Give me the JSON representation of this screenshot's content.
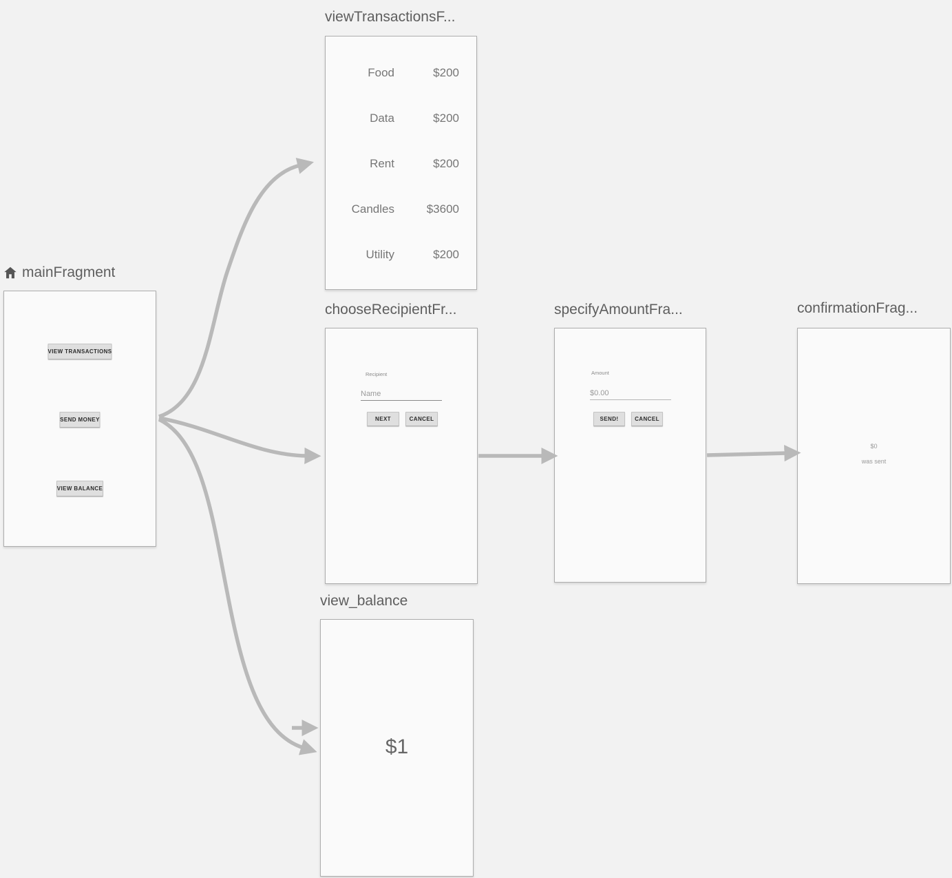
{
  "colors": {
    "background": "#f2f2f2",
    "card_bg": "#fafafa",
    "card_border": "#adadad",
    "arrow": "#b9b9b9",
    "title_text": "#5e5e5e",
    "list_text": "#767676",
    "button_bg": "#dfdfdf"
  },
  "fragments": {
    "main": {
      "title": "mainFragment",
      "icon": "home-icon",
      "buttons": [
        "VIEW TRANSACTIONS",
        "SEND MONEY",
        "VIEW BALANCE"
      ]
    },
    "view_transactions": {
      "title": "viewTransactionsF...",
      "rows": [
        {
          "label": "Food",
          "amount": "$200"
        },
        {
          "label": "Data",
          "amount": "$200"
        },
        {
          "label": "Rent",
          "amount": "$200"
        },
        {
          "label": "Candles",
          "amount": "$3600"
        },
        {
          "label": "Utility",
          "amount": "$200"
        }
      ]
    },
    "choose_recipient": {
      "title": "chooseRecipientFr...",
      "field_label": "Recipient",
      "placeholder": "Name",
      "buttons": [
        "NEXT",
        "CANCEL"
      ]
    },
    "specify_amount": {
      "title": "specifyAmountFra...",
      "field_label": "Amount",
      "placeholder": "$0.00",
      "buttons": [
        "SEND!",
        "CANCEL"
      ]
    },
    "confirmation": {
      "title": "confirmationFrag...",
      "line1": "$0",
      "line2": "was sent"
    },
    "view_balance": {
      "title": "view_balance",
      "balance": "$1"
    }
  }
}
